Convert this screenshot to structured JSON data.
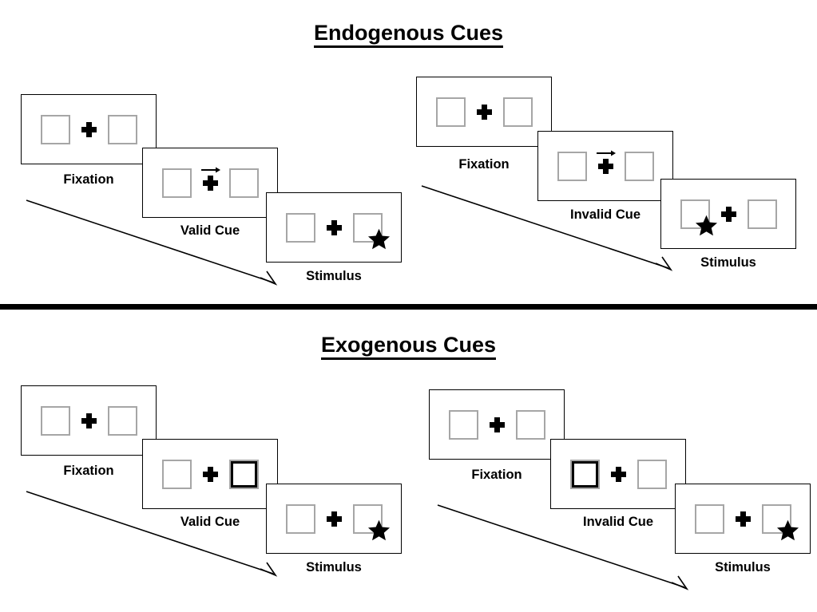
{
  "sections": [
    {
      "id": "endogenous",
      "title": "Endogenous Cues",
      "groups": [
        {
          "id": "endogenous-valid",
          "stages": [
            {
              "caption": "Fixation",
              "left_content": "empty",
              "right_content": "empty",
              "cue": "none",
              "bold_box": "none"
            },
            {
              "caption": "Valid Cue",
              "left_content": "empty",
              "right_content": "empty",
              "cue": "arrow-right",
              "bold_box": "none"
            },
            {
              "caption": "Stimulus",
              "left_content": "empty",
              "right_content": "star",
              "cue": "none",
              "bold_box": "none"
            }
          ]
        },
        {
          "id": "endogenous-invalid",
          "stages": [
            {
              "caption": "Fixation",
              "left_content": "empty",
              "right_content": "empty",
              "cue": "none",
              "bold_box": "none"
            },
            {
              "caption": "Invalid Cue",
              "left_content": "empty",
              "right_content": "empty",
              "cue": "arrow-right",
              "bold_box": "none"
            },
            {
              "caption": "Stimulus",
              "left_content": "star",
              "right_content": "empty",
              "cue": "none",
              "bold_box": "none"
            }
          ]
        }
      ]
    },
    {
      "id": "exogenous",
      "title": "Exogenous Cues",
      "groups": [
        {
          "id": "exogenous-valid",
          "stages": [
            {
              "caption": "Fixation",
              "left_content": "empty",
              "right_content": "empty",
              "cue": "none",
              "bold_box": "none"
            },
            {
              "caption": "Valid Cue",
              "left_content": "empty",
              "right_content": "empty",
              "cue": "none",
              "bold_box": "right"
            },
            {
              "caption": "Stimulus",
              "left_content": "empty",
              "right_content": "star",
              "cue": "none",
              "bold_box": "none"
            }
          ]
        },
        {
          "id": "exogenous-invalid",
          "stages": [
            {
              "caption": "Fixation",
              "left_content": "empty",
              "right_content": "empty",
              "cue": "none",
              "bold_box": "none"
            },
            {
              "caption": "Invalid Cue",
              "left_content": "empty",
              "right_content": "empty",
              "cue": "none",
              "bold_box": "left"
            },
            {
              "caption": "Stimulus",
              "left_content": "empty",
              "right_content": "star",
              "cue": "none",
              "bold_box": "none"
            }
          ]
        }
      ]
    }
  ],
  "labels": {
    "endogenous_title": "Endogenous Cues",
    "exogenous_title": "Exogenous Cues",
    "fixation": "Fixation",
    "valid_cue": "Valid Cue",
    "invalid_cue": "Invalid Cue",
    "stimulus": "Stimulus"
  },
  "colors": {
    "frame_border": "#000000",
    "box_border": "#a6a6a6",
    "bold_box_border": "#000000",
    "cross": "#000000",
    "star": "#000000",
    "divider": "#000000",
    "text": "#000000",
    "background": "#ffffff"
  },
  "icons": {
    "cue_arrow": "arrow-right-icon",
    "flow_arrow": "diagonal-flow-arrow-icon",
    "star": "star-icon",
    "cross": "fixation-cross-icon"
  }
}
